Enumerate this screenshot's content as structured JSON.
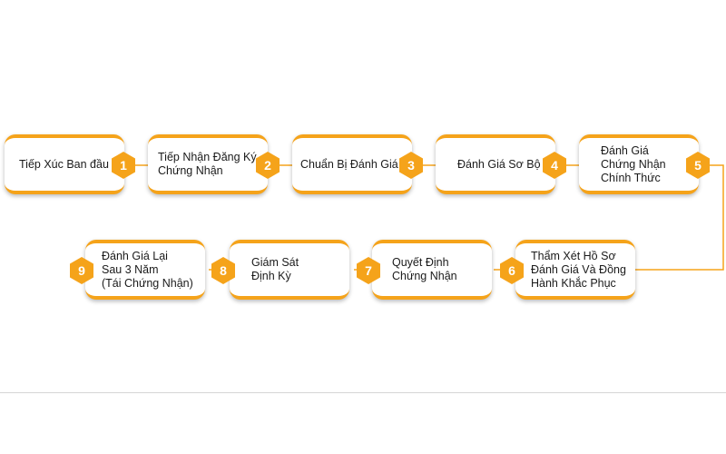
{
  "accent_color": "#f5a31a",
  "steps": [
    {
      "number": "1",
      "label": "Tiếp Xúc Ban đầu"
    },
    {
      "number": "2",
      "label": "Tiếp Nhận Đăng Ký\nChứng Nhận"
    },
    {
      "number": "3",
      "label": "Chuẩn Bị Đánh Giá"
    },
    {
      "number": "4",
      "label": "Đánh Giá Sơ Bộ"
    },
    {
      "number": "5",
      "label": "Đánh Giá\nChứng Nhận\nChính Thức"
    },
    {
      "number": "6",
      "label": "Thẩm Xét Hồ Sơ\nĐánh Giá Và Đồng\nHành Khắc Phục"
    },
    {
      "number": "7",
      "label": "Quyết Định\nChứng Nhận"
    },
    {
      "number": "8",
      "label": "Giám Sát\nĐịnh Kỳ"
    },
    {
      "number": "9",
      "label": "Đánh Giá Lại\nSau 3 Năm\n(Tái Chứng Nhận)"
    }
  ]
}
